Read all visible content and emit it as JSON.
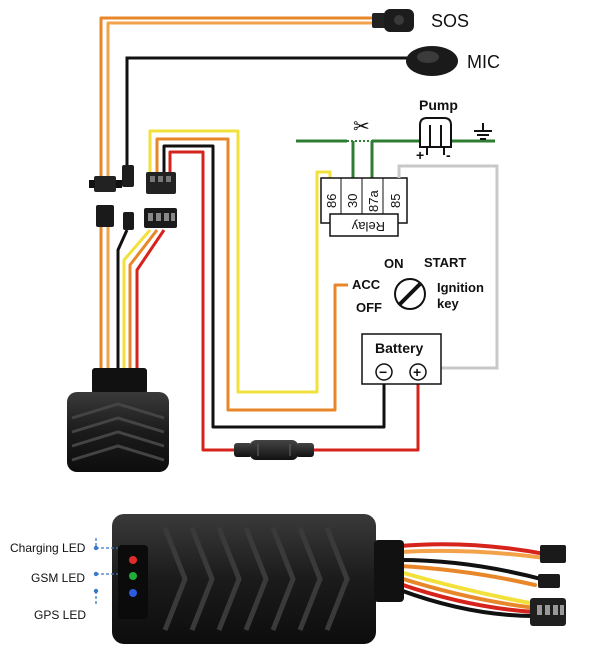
{
  "labels": {
    "sos": "SOS",
    "mic": "MIC",
    "pump": "Pump",
    "pump_plus": "+",
    "pump_minus": "-",
    "relay": "Relay",
    "relay_pins": [
      "86",
      "30",
      "87a",
      "85"
    ],
    "on": "ON",
    "start": "START",
    "acc": "ACC",
    "off": "OFF",
    "ignition_line1": "Ignition",
    "ignition_line2": "key",
    "battery": "Battery",
    "battery_minus": "−",
    "battery_plus": "+",
    "charging_led": "Charging LED",
    "gsm_led": "GSM LED",
    "gps_led": "GPS LED"
  },
  "colors": {
    "wire_orange": "#e8872a",
    "wire_orange_light": "#f3a24a",
    "wire_black": "#111111",
    "wire_yellow": "#f2e13a",
    "wire_red": "#d6231c",
    "wire_green": "#2e7d32",
    "wire_grey": "#c8c8c8",
    "device_body": "#1c1c1c",
    "led_charging": "#e02b2b",
    "led_gsm": "#1fae3a",
    "led_gps": "#2a5ce0",
    "led_pointer": "#3a78c9"
  }
}
